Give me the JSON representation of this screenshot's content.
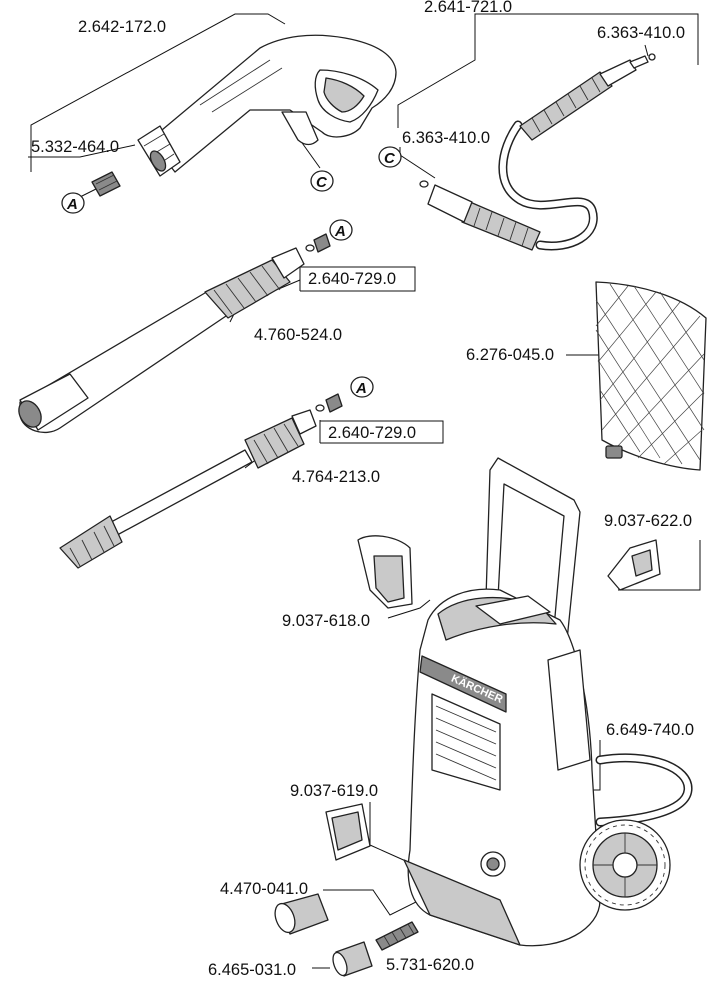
{
  "part_numbers": [
    {
      "key": "gun",
      "text": "2.642-172.0"
    },
    {
      "key": "hose",
      "text": "2.641-721.0"
    },
    {
      "key": "oring_top",
      "text": "6.363-410.0"
    },
    {
      "key": "oring_mid",
      "text": "6.363-410.0"
    },
    {
      "key": "gun_screw",
      "text": "5.332-464.0"
    },
    {
      "key": "coupling1",
      "text": "2.640-729.0"
    },
    {
      "key": "lance1",
      "text": "4.760-524.0"
    },
    {
      "key": "filter_bag",
      "text": "6.276-045.0"
    },
    {
      "key": "coupling2",
      "text": "2.640-729.0"
    },
    {
      "key": "lance2",
      "text": "4.764-213.0"
    },
    {
      "key": "holder_right",
      "text": "9.037-622.0"
    },
    {
      "key": "holder_left",
      "text": "9.037-618.0"
    },
    {
      "key": "cable",
      "text": "6.649-740.0"
    },
    {
      "key": "holder_bottom",
      "text": "9.037-619.0"
    },
    {
      "key": "water_connector",
      "text": "4.470-041.0"
    },
    {
      "key": "hose_adapter",
      "text": "6.465-031.0"
    },
    {
      "key": "inlet_screw",
      "text": "5.731-620.0"
    }
  ],
  "callouts": [
    {
      "key": "a_gun",
      "text": "A"
    },
    {
      "key": "c_gun",
      "text": "C"
    },
    {
      "key": "c_hose",
      "text": "C"
    },
    {
      "key": "a_lance1",
      "text": "A"
    },
    {
      "key": "a_lance2",
      "text": "A"
    }
  ],
  "brand_plate": "KÄRCHER"
}
